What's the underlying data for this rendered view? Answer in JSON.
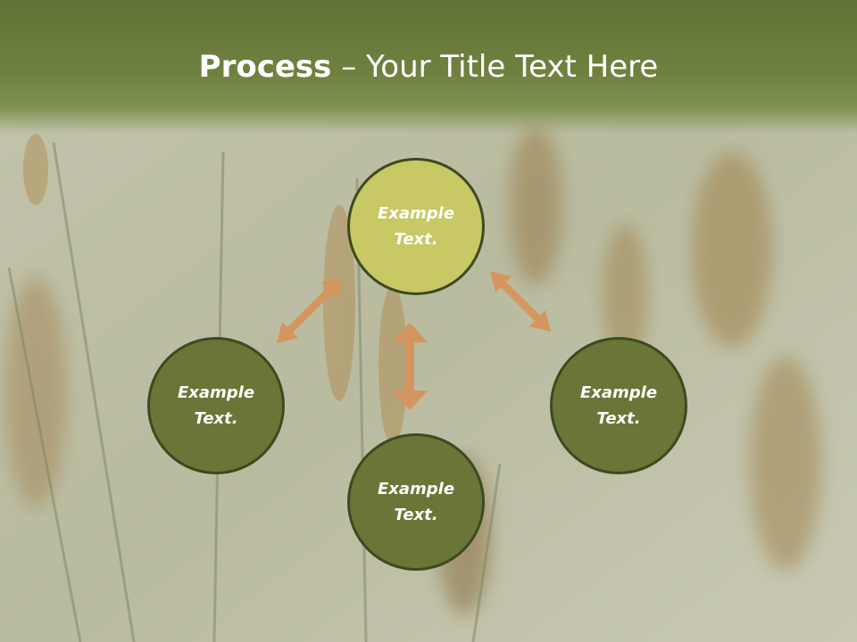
{
  "slide": {
    "title_bold": "Process",
    "title_sep": " – ",
    "title_rest": "Your Title Text Here"
  },
  "nodes": [
    {
      "label": "Example Text.",
      "fill": "#c8c864",
      "role": "top"
    },
    {
      "label": "Example Text.",
      "fill": "#6a7537",
      "role": "left"
    },
    {
      "label": "Example Text.",
      "fill": "#6a7537",
      "role": "right"
    },
    {
      "label": "Example Text.",
      "fill": "#6a7537",
      "role": "bottom"
    }
  ],
  "colors": {
    "header": "#647838",
    "arrow": "#d4955e",
    "node_border": "#3d4a20"
  }
}
